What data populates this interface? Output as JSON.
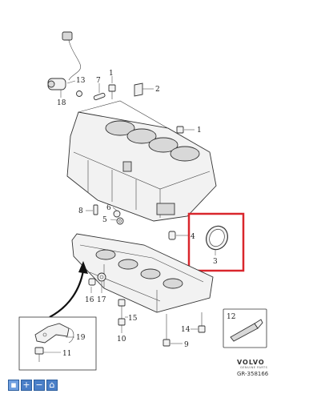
{
  "callouts": {
    "c1a": "1",
    "c1b": "1",
    "c2": "2",
    "c3": "3",
    "c4": "4",
    "c5": "5",
    "c6": "6",
    "c7": "7",
    "c8": "8",
    "c9": "9",
    "c10": "10",
    "c11": "11",
    "c12": "12",
    "c13": "13",
    "c14": "14",
    "c15": "15",
    "c16": "16",
    "c17": "17",
    "c18": "18",
    "c19": "19"
  },
  "brand": {
    "name": "VOLVO",
    "tagline": "GENUINE PARTS"
  },
  "reference": "GR-358166",
  "highlight_color": "#d9262c",
  "toolbar": {
    "icons": [
      "select-icon",
      "zoom-in-icon",
      "zoom-out-icon",
      "home-icon"
    ],
    "glyphs": {
      "select": "▪",
      "zoom_in": "+",
      "zoom_out": "−",
      "home": "⌂"
    }
  }
}
